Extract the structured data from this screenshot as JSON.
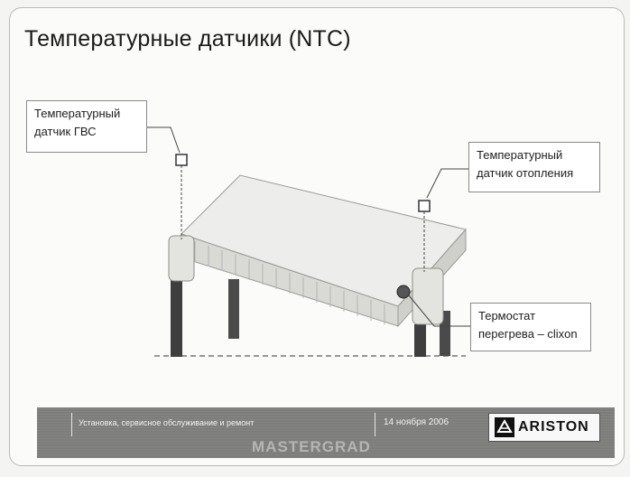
{
  "slide": {
    "title": "Температурные датчики (NTC)",
    "callouts": {
      "dhw_sensor": {
        "line1": "Температурный",
        "line2": "датчик ГВС"
      },
      "heating_sensor": {
        "line1": "Температурный",
        "line2": "датчик отопления"
      },
      "thermostat": {
        "line1": "Термостат",
        "line2": "перегрева – clixon"
      }
    },
    "footer": {
      "course": "Установка, сервисное обслуживание и ремонт",
      "date": "14 ноября 2006",
      "watermark": "MASTERGRAD",
      "brand": "ARISTON"
    }
  },
  "illustration": {
    "subject": "heat exchanger with two NTC temperature sensors and overheat thermostat",
    "icons": [
      "ariston-logo-icon"
    ]
  }
}
